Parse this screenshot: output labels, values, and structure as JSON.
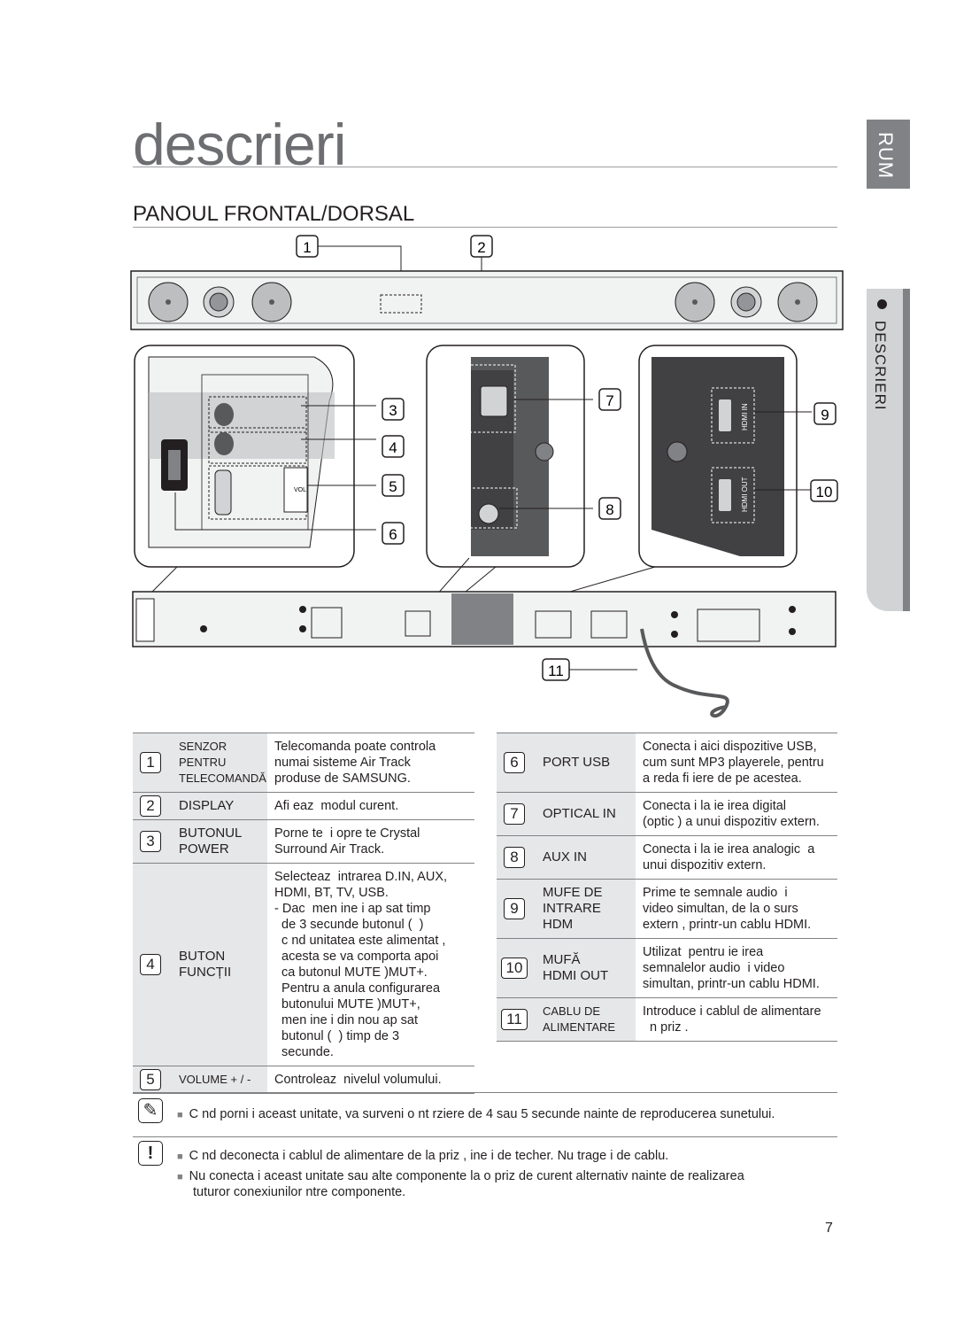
{
  "header": {
    "title": "descrieri",
    "lang_tab": "RUM",
    "side_tab": "DESCRIERI"
  },
  "section_title": "PANOUL FRONTAL/DORSAL",
  "diagram": {
    "callouts": [
      "1",
      "2",
      "3",
      "4",
      "5",
      "6",
      "7",
      "8",
      "9",
      "10",
      "11"
    ],
    "hdmi_in": "HDMI IN",
    "hdmi_out": "HDMI OUT",
    "vol": "VOL"
  },
  "left_table": [
    {
      "n": "1",
      "label_lines": [
        "SENZOR",
        "PENTRU",
        "TELECOMANDĂ"
      ],
      "small": true,
      "desc": [
        "Telecomanda poate controla",
        "numai sisteme Air Track",
        "produse de SAMSUNG."
      ]
    },
    {
      "n": "2",
      "label_lines": [
        "DISPLAY"
      ],
      "small": false,
      "desc": [
        "Afi eaz  modul curent."
      ]
    },
    {
      "n": "3",
      "label_lines": [
        "BUTONUL",
        "POWER"
      ],
      "small": false,
      "desc": [
        "Porne te  i opre te Crystal",
        "Surround Air Track."
      ]
    },
    {
      "n": "4",
      "label_lines": [
        "BUTON",
        "FUNCȚII"
      ],
      "small": false,
      "desc": [
        "Selecteaz  intrarea D.IN, AUX,",
        "HDMI, BT, TV, USB.",
        "- Dac  men ine i ap sat timp",
        "  de 3 secunde butonul (  )",
        "  c nd unitatea este alimentat ,",
        "  acesta se va comporta apoi",
        "  ca butonul MUTE )MUT+.",
        "  Pentru a anula configurarea",
        "  butonului MUTE )MUT+,",
        "  men ine i din nou ap sat",
        "  butonul (  ) timp de 3",
        "  secunde."
      ]
    },
    {
      "n": "5",
      "label_lines": [
        "VOLUME + / -"
      ],
      "small": true,
      "desc": [
        "Controleaz  nivelul volumului."
      ]
    }
  ],
  "right_table": [
    {
      "n": "6",
      "label_lines": [
        "PORT USB"
      ],
      "small": false,
      "desc": [
        "Conecta i aici dispozitive USB,",
        "cum sunt MP3 playerele, pentru",
        "a reda fi iere de pe acestea."
      ]
    },
    {
      "n": "7",
      "label_lines": [
        "OPTICAL IN"
      ],
      "small": false,
      "desc": [
        "Conecta i la ie irea digital",
        "(optic ) a unui dispozitiv extern."
      ]
    },
    {
      "n": "8",
      "label_lines": [
        "AUX IN"
      ],
      "small": false,
      "desc": [
        "Conecta i la ie irea analogic  a",
        "unui dispozitiv extern."
      ]
    },
    {
      "n": "9",
      "label_lines": [
        "MUFE DE",
        "INTRARE",
        "HDM"
      ],
      "small": false,
      "desc": [
        "Prime te semnale audio  i",
        "video simultan, de la o surs",
        "extern , printr-un cablu HDMI."
      ]
    },
    {
      "n": "10",
      "label_lines": [
        "MUFĂ",
        "HDMI OUT"
      ],
      "small": false,
      "desc": [
        "Utilizat  pentru ie irea",
        "semnalelor audio  i video",
        "simultan, printr-un cablu HDMI."
      ]
    },
    {
      "n": "11",
      "label_lines": [
        "CABLU DE",
        "ALIMENTARE"
      ],
      "small": true,
      "desc": [
        "Introduce i cablul de alimentare",
        "  n priz ."
      ]
    }
  ],
  "notes": {
    "note1": "C nd porni i aceast  unitate, va surveni o  nt rziere de 4 sau 5 secunde  nainte de reproducerea sunetului.",
    "caution1": "C nd deconecta i cablul de alimentare de la priz ,  ine i de  techer. Nu trage i de cablu.",
    "caution2_line1": "Nu conecta i aceast  unitate sau alte componente la o priz  de curent alternativ  nainte de realizarea",
    "caution2_line2": "tuturor conexiunilor  ntre componente."
  },
  "page_number": "7"
}
